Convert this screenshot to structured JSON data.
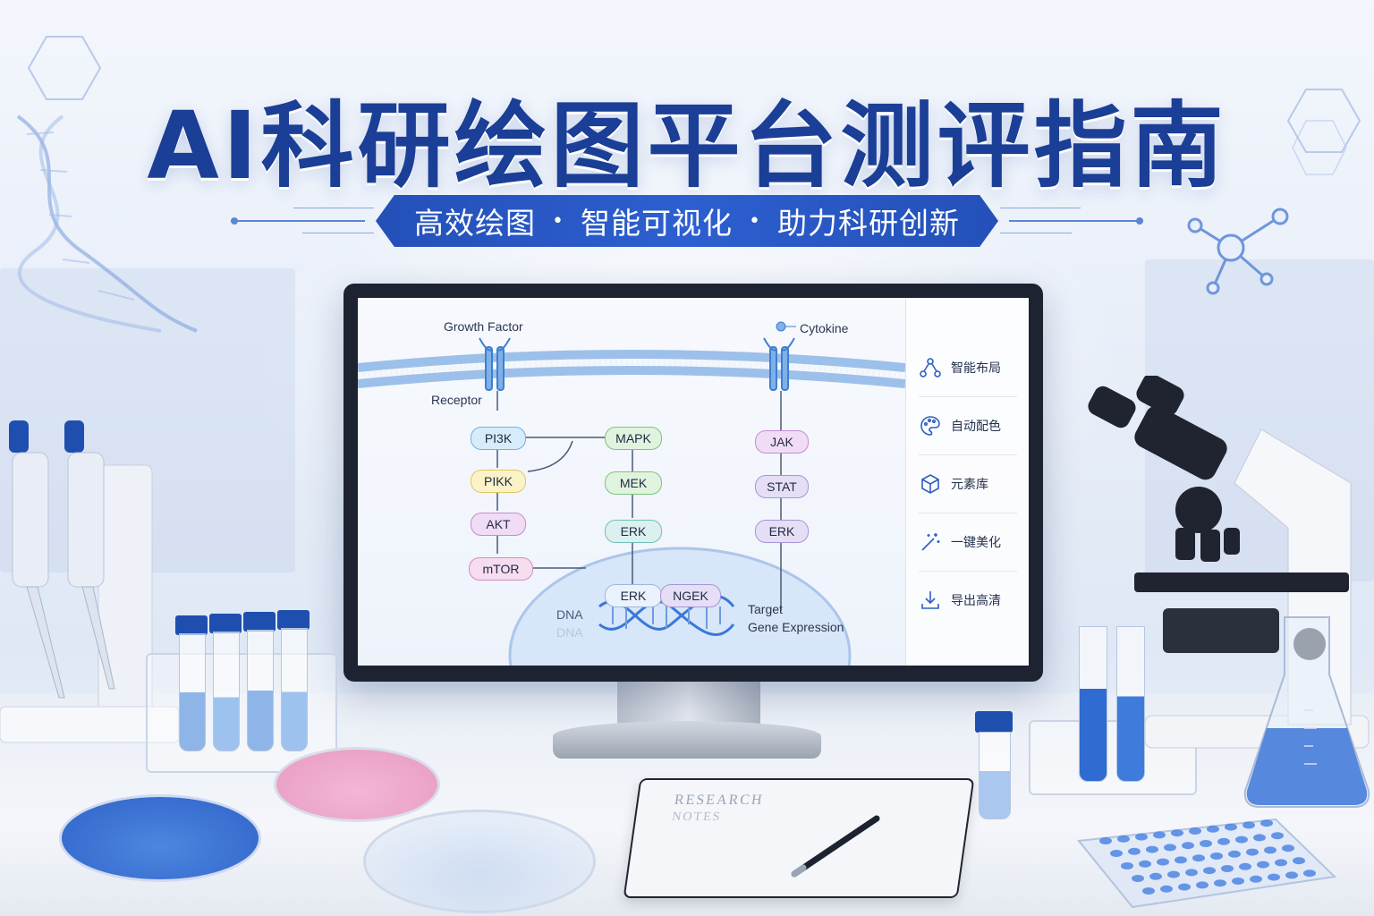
{
  "title": "AI科研绘图平台测评指南",
  "subtitle": {
    "part1": "高效绘图",
    "separator": "•",
    "part2": "智能可视化",
    "part3": "助力科研创新"
  },
  "diagram": {
    "labels": {
      "growth_factor": "Growth Factor",
      "receptor": "Receptor",
      "cytokine": "Cytokine",
      "dna_label": "DNA",
      "dna_label_faint": "DNA",
      "target": "Target",
      "gene_expression": "Gene Expression"
    },
    "nodes": {
      "pi3k": "PI3K",
      "pikk": "PIKK",
      "akt": "AKT",
      "mtor": "mTOR",
      "mapk": "MAPK",
      "mek": "MEK",
      "erk_mid": "ERK",
      "erk_nucleus": "ERK",
      "nucleus_tag": "NGEK",
      "jak": "JAK",
      "stat": "STAT",
      "erk_right": "ERK"
    }
  },
  "side_menu": [
    {
      "label": "智能布局",
      "icon": "layout-nodes-icon"
    },
    {
      "label": "自动配色",
      "icon": "palette-icon"
    },
    {
      "label": "元素库",
      "icon": "cube-library-icon"
    },
    {
      "label": "一键美化",
      "icon": "magic-wand-icon"
    },
    {
      "label": "导出高清",
      "icon": "download-icon"
    }
  ],
  "notebook": {
    "line1": "RESEARCH",
    "line2": "NOTES"
  },
  "colors": {
    "title": "#1b3e96",
    "banner": "#2450b8",
    "accent": "#3a78d8"
  }
}
